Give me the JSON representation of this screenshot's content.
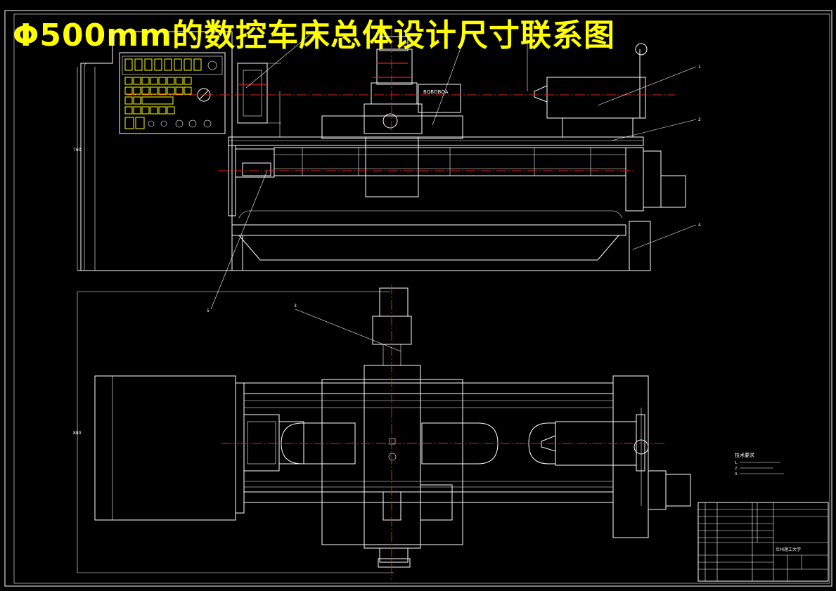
{
  "title": "Φ500mm的数控车床总体设计尺寸联系图",
  "labels": {
    "motor_plate": "BQBDBOA",
    "tech_requirements_title": "技术要求",
    "tech_req_1": "1.",
    "tech_req_2": "2.",
    "tech_req_3": "3.",
    "school": "兰州理工大学",
    "callout_1": "1",
    "callout_2": "2",
    "callout_3": "3",
    "callout_4": "4",
    "callout_5": "5",
    "dim_height": "760",
    "dim_width": "880"
  },
  "colors": {
    "background": "#000000",
    "lines": "#ffffff",
    "centerlines": "#e02020",
    "title": "#ffff00"
  }
}
